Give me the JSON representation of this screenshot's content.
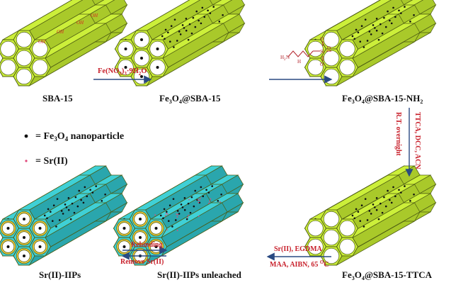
{
  "labels": {
    "sba15": "SBA-15",
    "fe_sba": "Fe",
    "fe_sba_rest": "@SBA-15",
    "fe_nh2": "Fe",
    "fe_nh2_rest": "@SBA-15-NH",
    "fe_ttca": "Fe",
    "fe_ttca_rest": "@SBA-15-TTCA",
    "iip_unleached": "Sr(II)-IIPs unleached",
    "iip": "Sr(II)-IIPs"
  },
  "subscripts": {
    "three": "3",
    "four": "4",
    "two": "2",
    "o": "O"
  },
  "legend": {
    "fe3o4_prefix": "= Fe",
    "fe3o4_suffix": " nanoparticle",
    "sr": "= Sr(II)"
  },
  "reagents": {
    "step1_a": "Fe(NO",
    "step1_b": ")",
    "step1_c": "·9H",
    "step1_d": "O",
    "step3_a": "TTCA, DCC, ACN",
    "step3_b": "R.T. overnight",
    "step4_a": "Sr(II), EGDMA",
    "step4_b": "MAA, AIBN, 65 ",
    "step4_c": "C",
    "step5_a": "Rebinding",
    "step5_b": "Remove Sr(II)"
  },
  "silane": {
    "h2n": "H",
    "n": "N",
    "h": "H",
    "si": "Si",
    "o": "O"
  },
  "oh": "OH",
  "colors": {
    "channel_green": "#ccef3a",
    "channel_outline": "#4b5a12",
    "channel_teal": "#3fd0d6",
    "inner_orange": "#e6c43a",
    "arrow": "#2a4a82",
    "reagent_red": "#c8202b",
    "text": "#111111"
  }
}
